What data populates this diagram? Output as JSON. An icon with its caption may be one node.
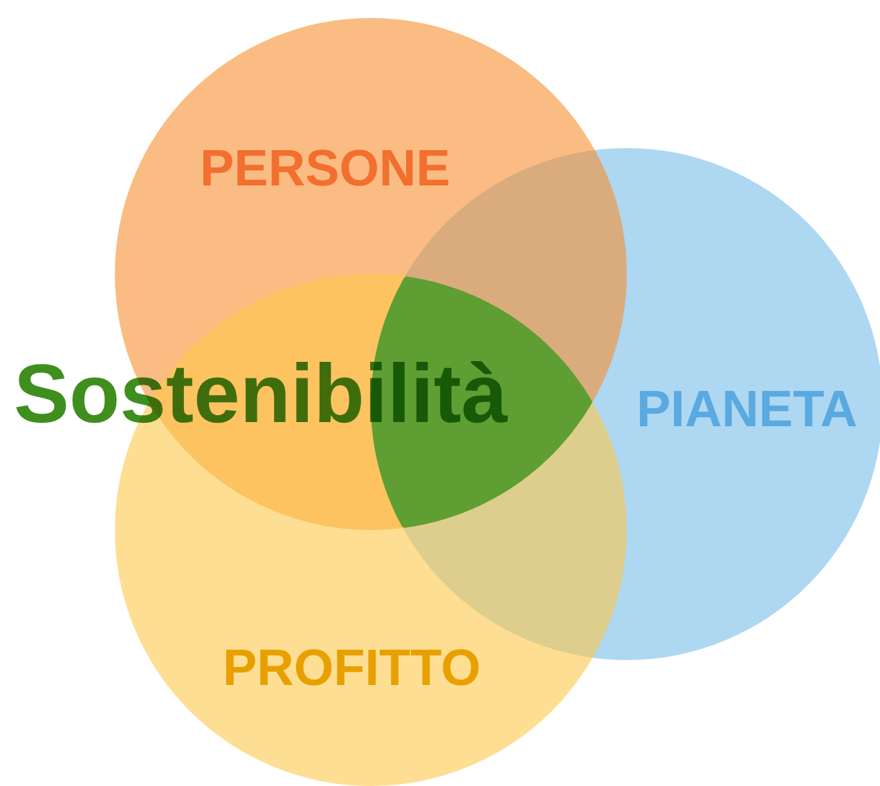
{
  "diagram": {
    "nodes": [
      {
        "text": [
          "PERSONE"
        ]
      },
      {
        "text": [
          "PIANETA"
        ]
      },
      {
        "text": [
          "PROFITTO"
        ]
      },
      {
        "text": [],
        "shape": "lens"
      }
    ],
    "edges": [],
    "labels": [
      "Sostenibilità"
    ]
  }
}
